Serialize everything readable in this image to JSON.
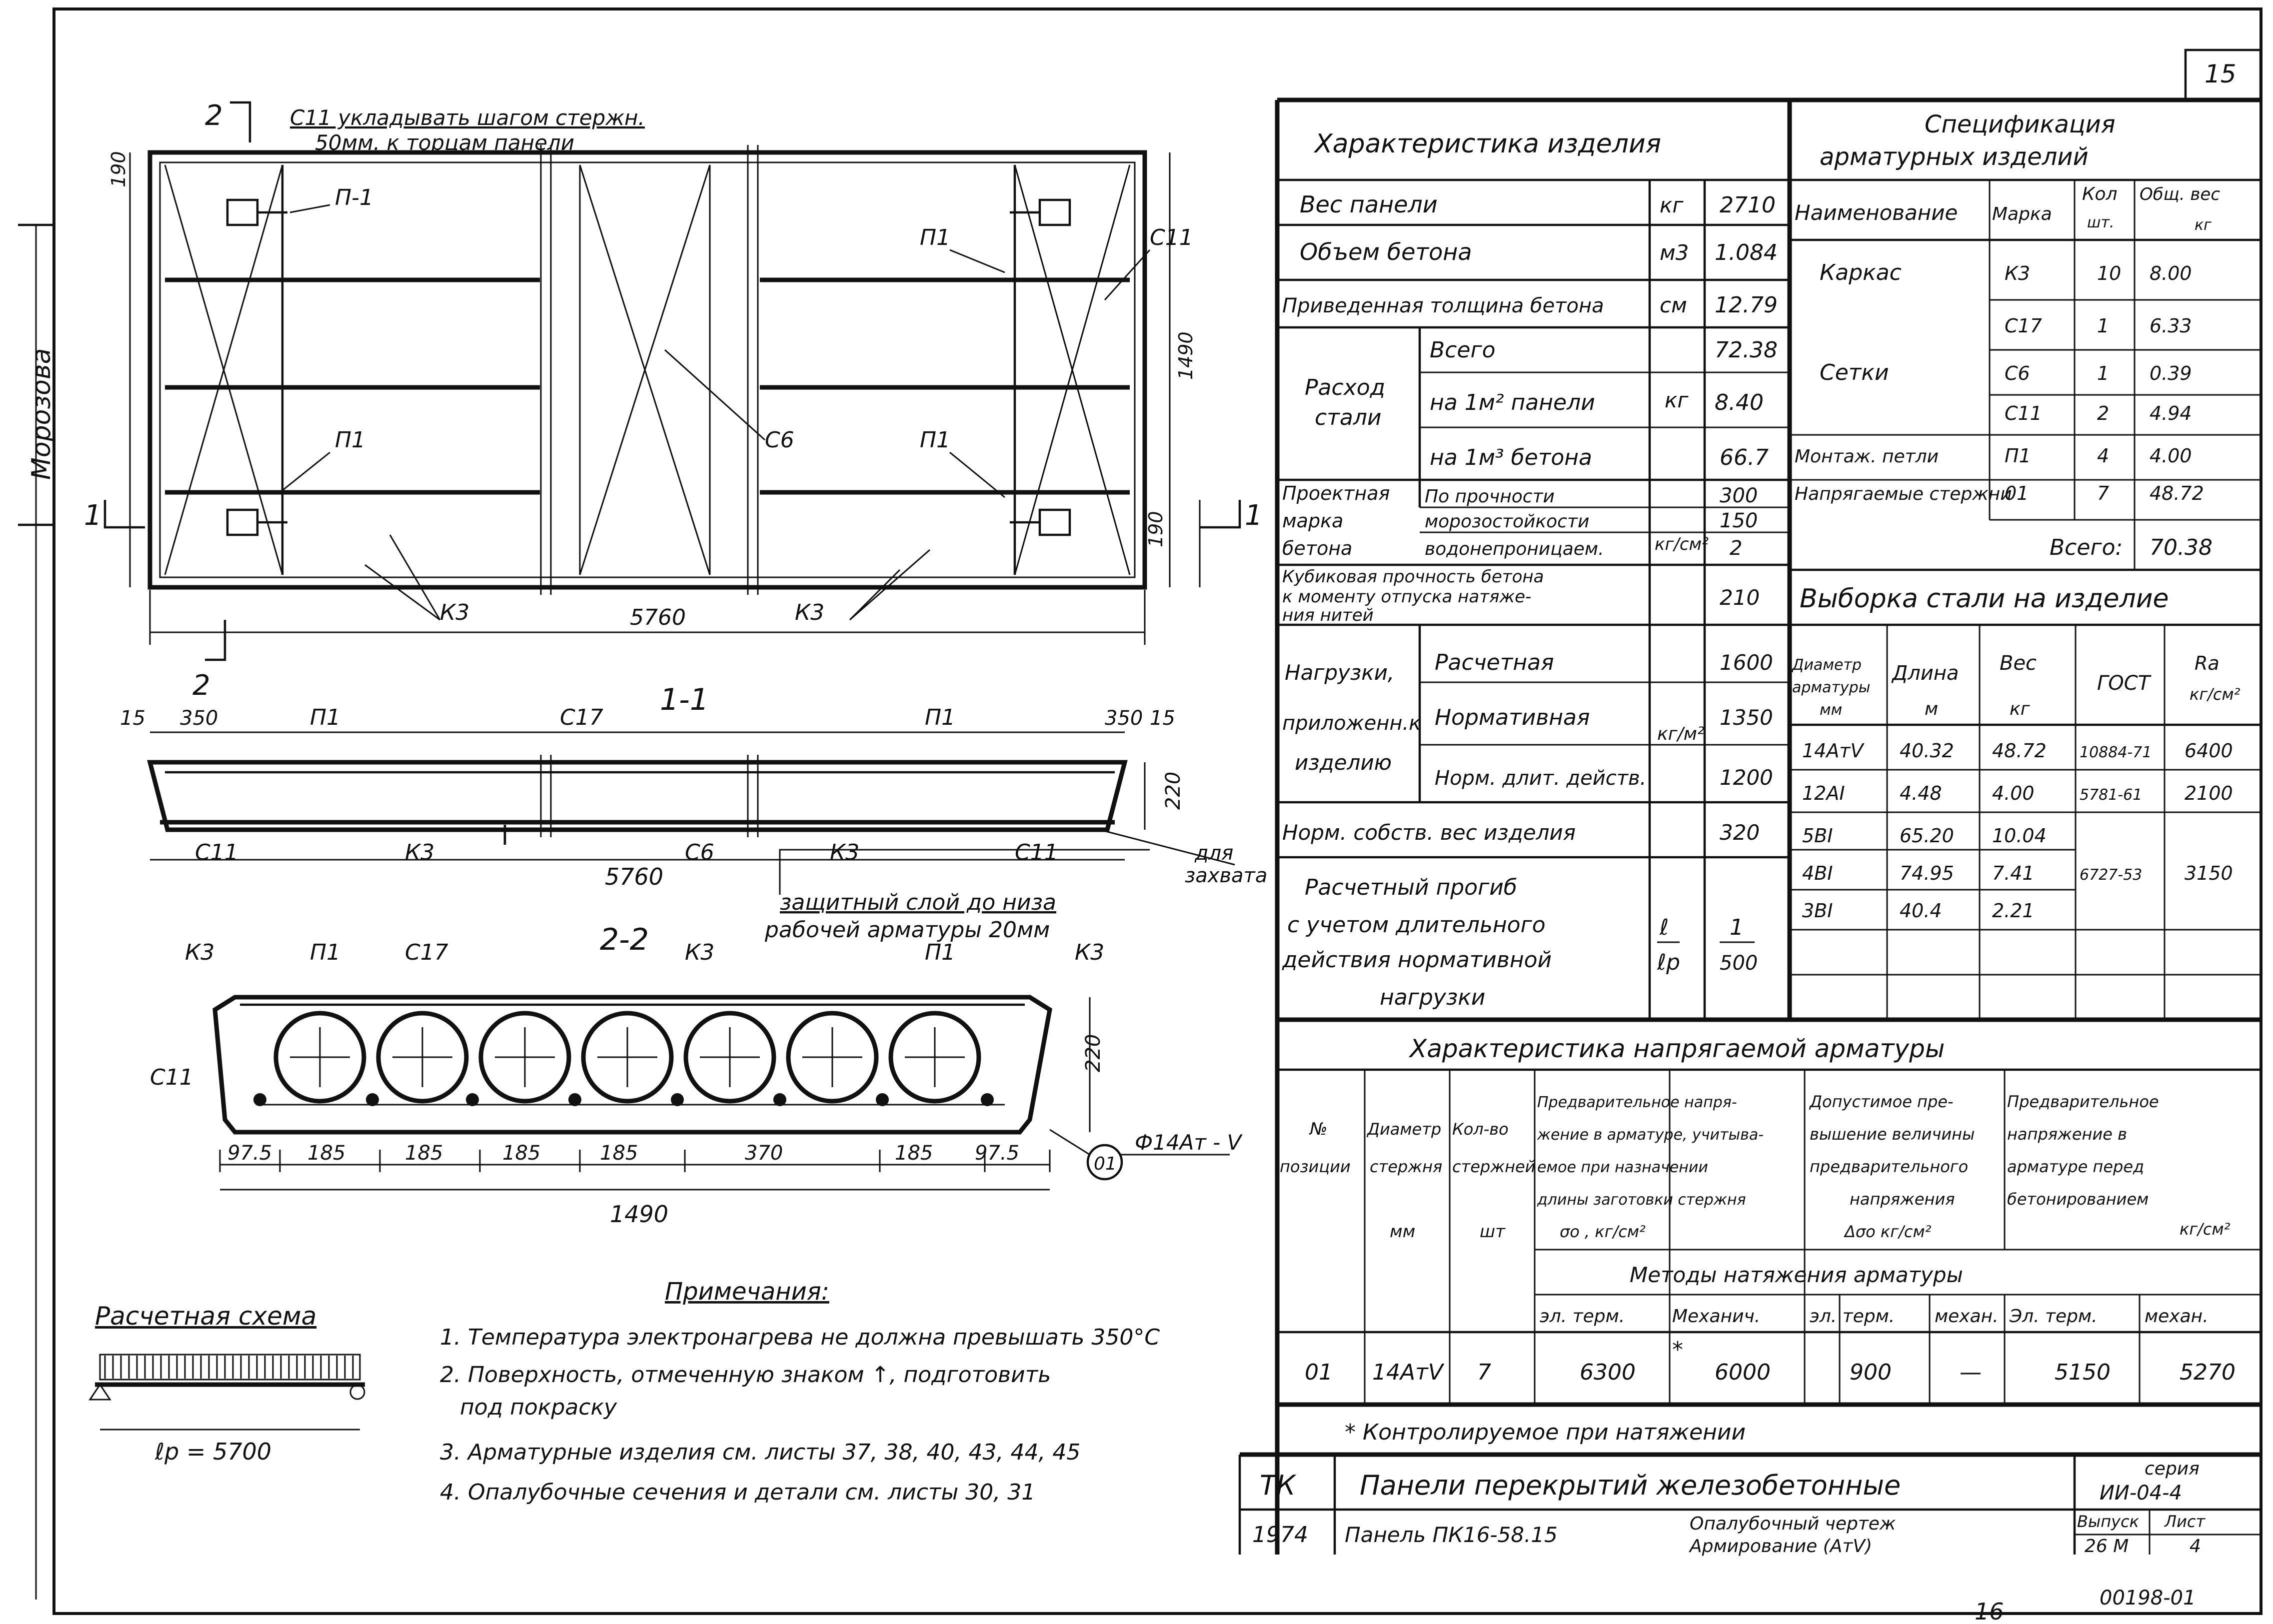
{
  "sheet": {
    "number": "15",
    "bottom_page": "16",
    "side_name": "Морозова"
  },
  "plan": {
    "note_top": "С11 укладывать шагом стержн.",
    "note_top2": "50мм. к торцам   панели",
    "section_mark": "2",
    "section_mark_1": "1",
    "labels": [
      "П-1",
      "П1",
      "П1",
      "С11",
      "С6",
      "П1",
      "К3",
      "К3"
    ],
    "dim_190_top": "190",
    "dim_1490": "1490",
    "dim_190_bottom": "190",
    "dim_5760": "5760"
  },
  "section_1_1": {
    "title": "1-1",
    "dims": [
      "15",
      "350",
      "350",
      "15",
      "220",
      "5760"
    ],
    "labels": [
      "П1",
      "С17",
      "П1",
      "С11",
      "К3",
      "С6",
      "К3",
      "С11"
    ],
    "note_grip": "для захвата",
    "note_cover1": "защитный слой до низа",
    "note_cover2": "рабочей арматуры 20мм"
  },
  "section_2_2": {
    "title": "2-2",
    "labels": [
      "К3",
      "П1",
      "С17",
      "К3",
      "П1",
      "К3",
      "С11"
    ],
    "dims": [
      "97.5",
      "185",
      "185",
      "185",
      "185",
      "370",
      "185",
      "97.5"
    ],
    "height": "220",
    "width": "1490",
    "callout": "01",
    "callout_text": "Ф14Ат - Ⅴ"
  },
  "scheme": {
    "title": "Расчетная схема",
    "span": "ℓр = 5700"
  },
  "notes": {
    "title": "Примечания:",
    "items": [
      "1. Температура электронагрева не должна превышать 350°С",
      "2. Поверхность, отмеченную знаком ↑, подготовить",
      "под покраску",
      "3. Арматурные   изделия     см. листы 37, 38, 40, 43, 44, 45",
      "4. Опалубочные сечения и детали см. листы  30, 31"
    ]
  },
  "product": {
    "title": "Характеристика   изделия",
    "rows": [
      {
        "label": "Вес     панели",
        "unit": "кг",
        "value": "2710"
      },
      {
        "label": "Объем   бетона",
        "unit": "м3",
        "value": "1.084"
      },
      {
        "label": "Приведенная толщина бетона",
        "unit": "см",
        "value": "12.79"
      }
    ],
    "steel_label": "Расход стали",
    "steel_unit": "кг",
    "steel_rows": [
      {
        "label": "Всего",
        "value": "72.38"
      },
      {
        "label": "на 1м² панели",
        "value": "8.40"
      },
      {
        "label": "на 1м³ бетона",
        "value": "66.7"
      }
    ],
    "grade_label": "Проектная марка бетона",
    "grade_unit": "кг/см²",
    "grade_rows": [
      {
        "label": "По прочности",
        "value": "300"
      },
      {
        "label": "морозостойкости",
        "value": "150"
      },
      {
        "label": "водонепроницаем.",
        "value": "2"
      }
    ],
    "cube_label": "Кубиковая прочность бетона к моменту отпуска натяжения нитей",
    "cube_value": "210",
    "load_label": "Нагрузки, приложенн. к изделию",
    "load_unit": "кг/м²",
    "load_rows": [
      {
        "label": "Расчетная",
        "value": "1600"
      },
      {
        "label": "Нормативная",
        "value": "1350"
      },
      {
        "label": "Норм. длит. действ.",
        "value": "1200"
      }
    ],
    "own_label": "Норм. собств. вес изделия",
    "own_value": "320",
    "defl_label": "Расчетный прогиб с учетом длительного действия нормативной нагрузки",
    "defl_unit": "ℓ / ℓр",
    "defl_value": "1 / 500"
  },
  "spec": {
    "title": "Спецификация арматурных изделий",
    "headers": [
      "Наименование",
      "Марка",
      "Кол шт.",
      "Общ. вес кг"
    ],
    "rows": [
      {
        "name": "Каркас",
        "mark": "К3",
        "qty": "10",
        "weight": "8.00"
      },
      {
        "name": "",
        "mark": "С17",
        "qty": "1",
        "weight": "6.33"
      },
      {
        "name": "Сетки",
        "mark": "С6",
        "qty": "1",
        "weight": "0.39"
      },
      {
        "name": "",
        "mark": "С11",
        "qty": "2",
        "weight": "4.94"
      },
      {
        "name": "Монтаж. петли",
        "mark": "П1",
        "qty": "4",
        "weight": "4.00"
      },
      {
        "name": "Напрягаемые стержни",
        "mark": "01",
        "qty": "7",
        "weight": "48.72"
      }
    ],
    "total_label": "Всего:",
    "total": "70.38"
  },
  "steel_sel": {
    "title": "Выборка стали на изделие",
    "headers": [
      "Диаметр арматуры мм",
      "Длина м",
      "Вес кг",
      "ГОСТ",
      "Rа кг/см²"
    ],
    "rows": [
      {
        "d": "14АтⅤ",
        "len": "40.32",
        "w": "48.72",
        "gost": "10884-71",
        "ra": "6400"
      },
      {
        "d": "12АⅠ",
        "len": "4.48",
        "w": "4.00",
        "gost": "5781-61",
        "ra": "2100"
      },
      {
        "d": "5ВⅠ",
        "len": "65.20",
        "w": "10.04",
        "gost": "",
        "ra": ""
      },
      {
        "d": "4ВⅠ",
        "len": "74.95",
        "w": "7.41",
        "gost": "6727-53",
        "ra": "3150"
      },
      {
        "d": "3ВⅠ",
        "len": "40.4",
        "w": "2.21",
        "gost": "",
        "ra": ""
      }
    ]
  },
  "prestress": {
    "title": "Характеристика   напрягаемой   арматуры",
    "h_pos": "№ позиции",
    "h_diam": "Диаметр стержня мм",
    "h_qty": "Кол-во стержней шт",
    "h_pre": "Предварительное напряжение в арматуре, учитываемое при назначении длины заготовки стержня σо, кг/см²",
    "h_dop": "Допустимое превышение величины предварительного напряжения Δσо кг/см²",
    "h_before": "Предварительное напряжение в арматуре перед бетонированием кг/см²",
    "methods": "Методы   натяжения   арматуры",
    "sub": [
      "эл. терм.",
      "Механич.",
      "эл. терм.",
      "механ.",
      "Эл. терм.",
      "механ."
    ],
    "row": [
      "01",
      "14АтⅤ",
      "7",
      "6300",
      "6000",
      "900",
      "—",
      "5150",
      "5270"
    ],
    "star": "*",
    "footnote": "* Контролируемое   при натяжении"
  },
  "stamp": {
    "org": "ТК",
    "title": "Панели   перекрытий   железобетонные",
    "year": "1974",
    "panel": "Панель ПК16-58.15",
    "sub1": "Опалубочный   чертеж",
    "sub2": "Армирование  (АтⅤ)",
    "series_label": "серия",
    "series": "ИИ-04-4",
    "issue_label": "Выпуск",
    "issue": "26 М",
    "list_label": "Лист",
    "list": "4",
    "code": "00198-01"
  }
}
